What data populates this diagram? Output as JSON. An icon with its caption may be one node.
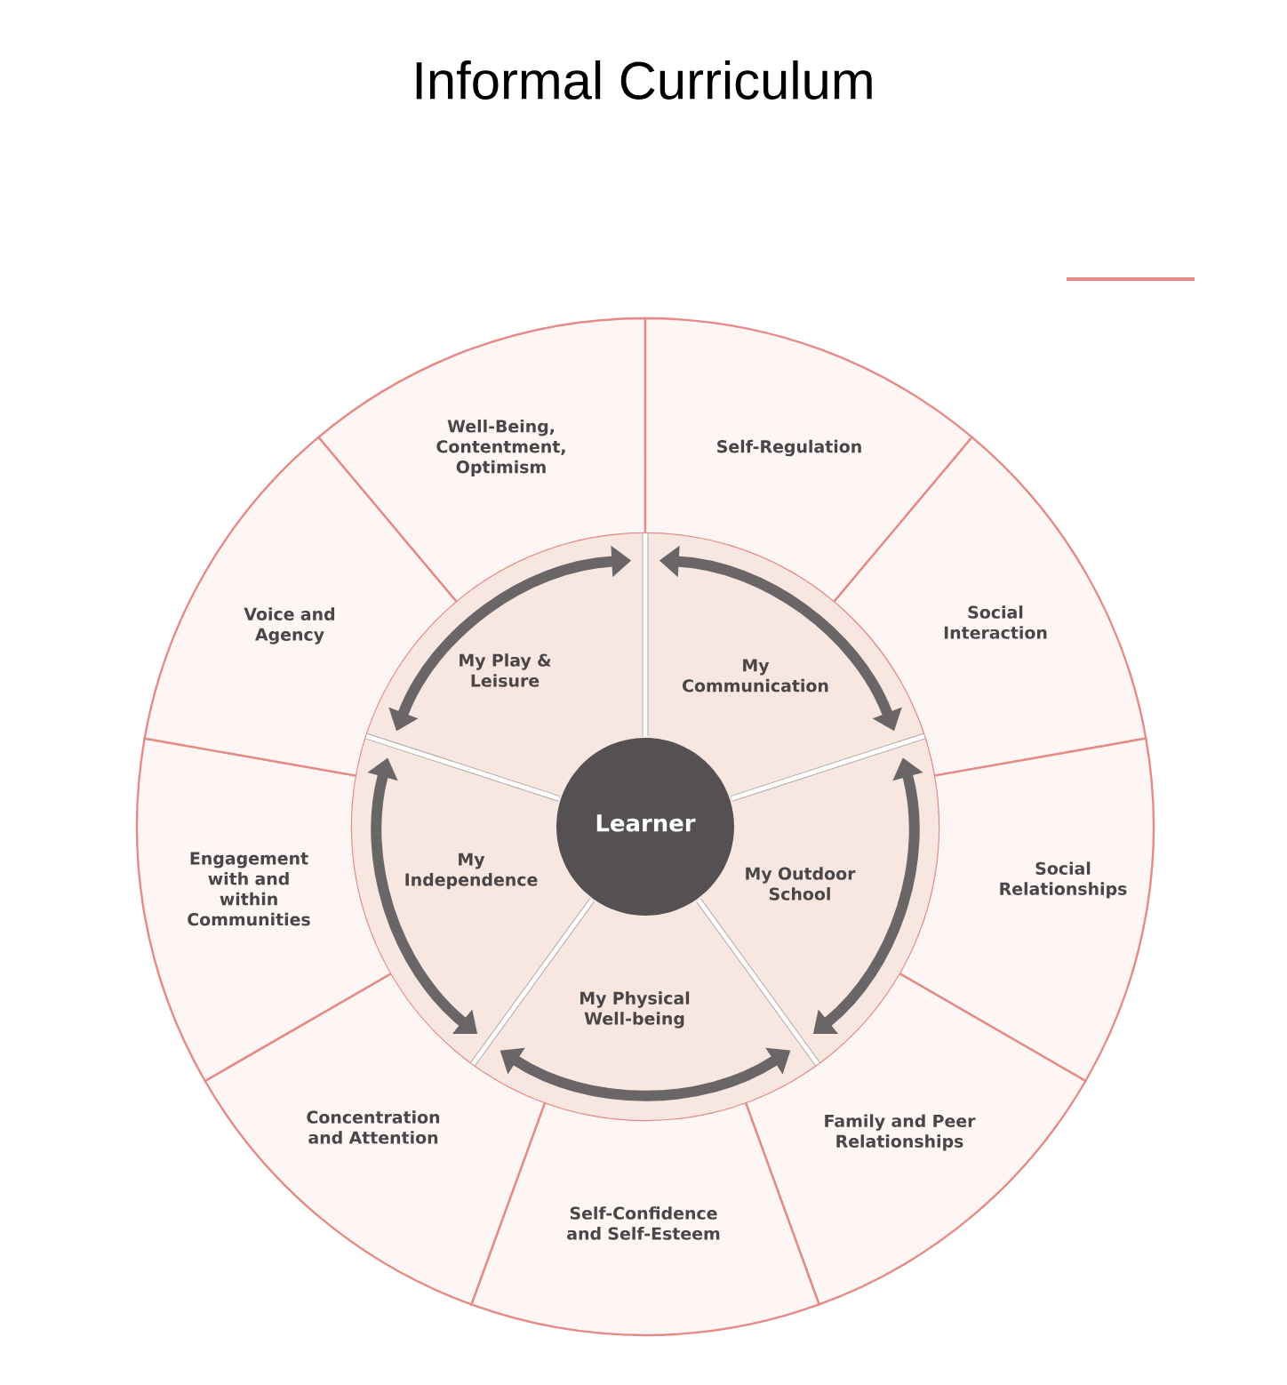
{
  "diagram": {
    "title": "Informal Curriculum",
    "nodes": [
      {
        "text": [
          "Well-Being, Contentment, Optimism"
        ]
      },
      {
        "text": [
          "Self-Regulation"
        ]
      },
      {
        "text": [
          "Social Interaction"
        ]
      },
      {
        "text": [
          "Social Relationships"
        ]
      },
      {
        "text": [
          "Family and Peer Relationships"
        ]
      },
      {
        "text": [
          "Self-Confidence and Self-Esteem"
        ]
      },
      {
        "text": [
          "Concentration and Attention"
        ]
      },
      {
        "text": [
          "Engagement with and within Communities"
        ]
      },
      {
        "text": [
          "Voice and Agency"
        ]
      },
      {
        "text": [
          "My Play & Leisure"
        ]
      },
      {
        "text": [
          "My Communication"
        ]
      },
      {
        "text": [
          "My Outdoor School"
        ]
      },
      {
        "text": [
          "My Physical Well-being"
        ]
      },
      {
        "text": [
          "My Independence"
        ]
      },
      {
        "text": [
          "Learner"
        ]
      }
    ]
  }
}
